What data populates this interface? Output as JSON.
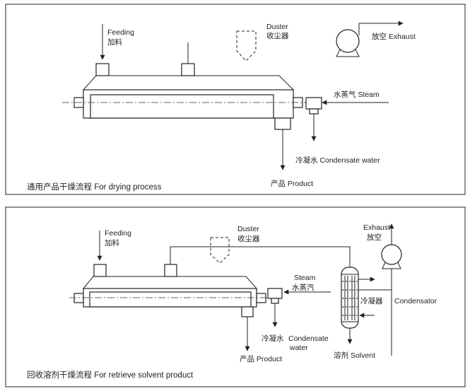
{
  "panel_top": {
    "caption": "通用产品干燥流程  For drying process",
    "feeding_en": "Feeding",
    "feeding_cn": "加料",
    "duster_en": "Duster",
    "duster_cn": "收尘器",
    "exhaust": "放空  Exhaust",
    "steam": "水蒸气  Steam",
    "condensate": "冷凝水 Condensate water",
    "product": "产品  Product"
  },
  "panel_bottom": {
    "caption": "回收溶剂干燥流程  For retrieve solvent product",
    "feeding_en": "Feeding",
    "feeding_cn": "加料",
    "duster_en": "Duster",
    "duster_cn": "收尘器",
    "exhaust_en": "Exhaust",
    "exhaust_cn": "放空",
    "steam_en": "Steam",
    "steam_cn": "水蒸汽",
    "condensate_cn": "冷凝水",
    "condensate_en1": "Condensate",
    "condensate_en2": "water",
    "condenser_cn": "冷凝器",
    "condensator": "Condensator",
    "solvent": "溶剂  Solvent",
    "product": "产品  Product"
  }
}
